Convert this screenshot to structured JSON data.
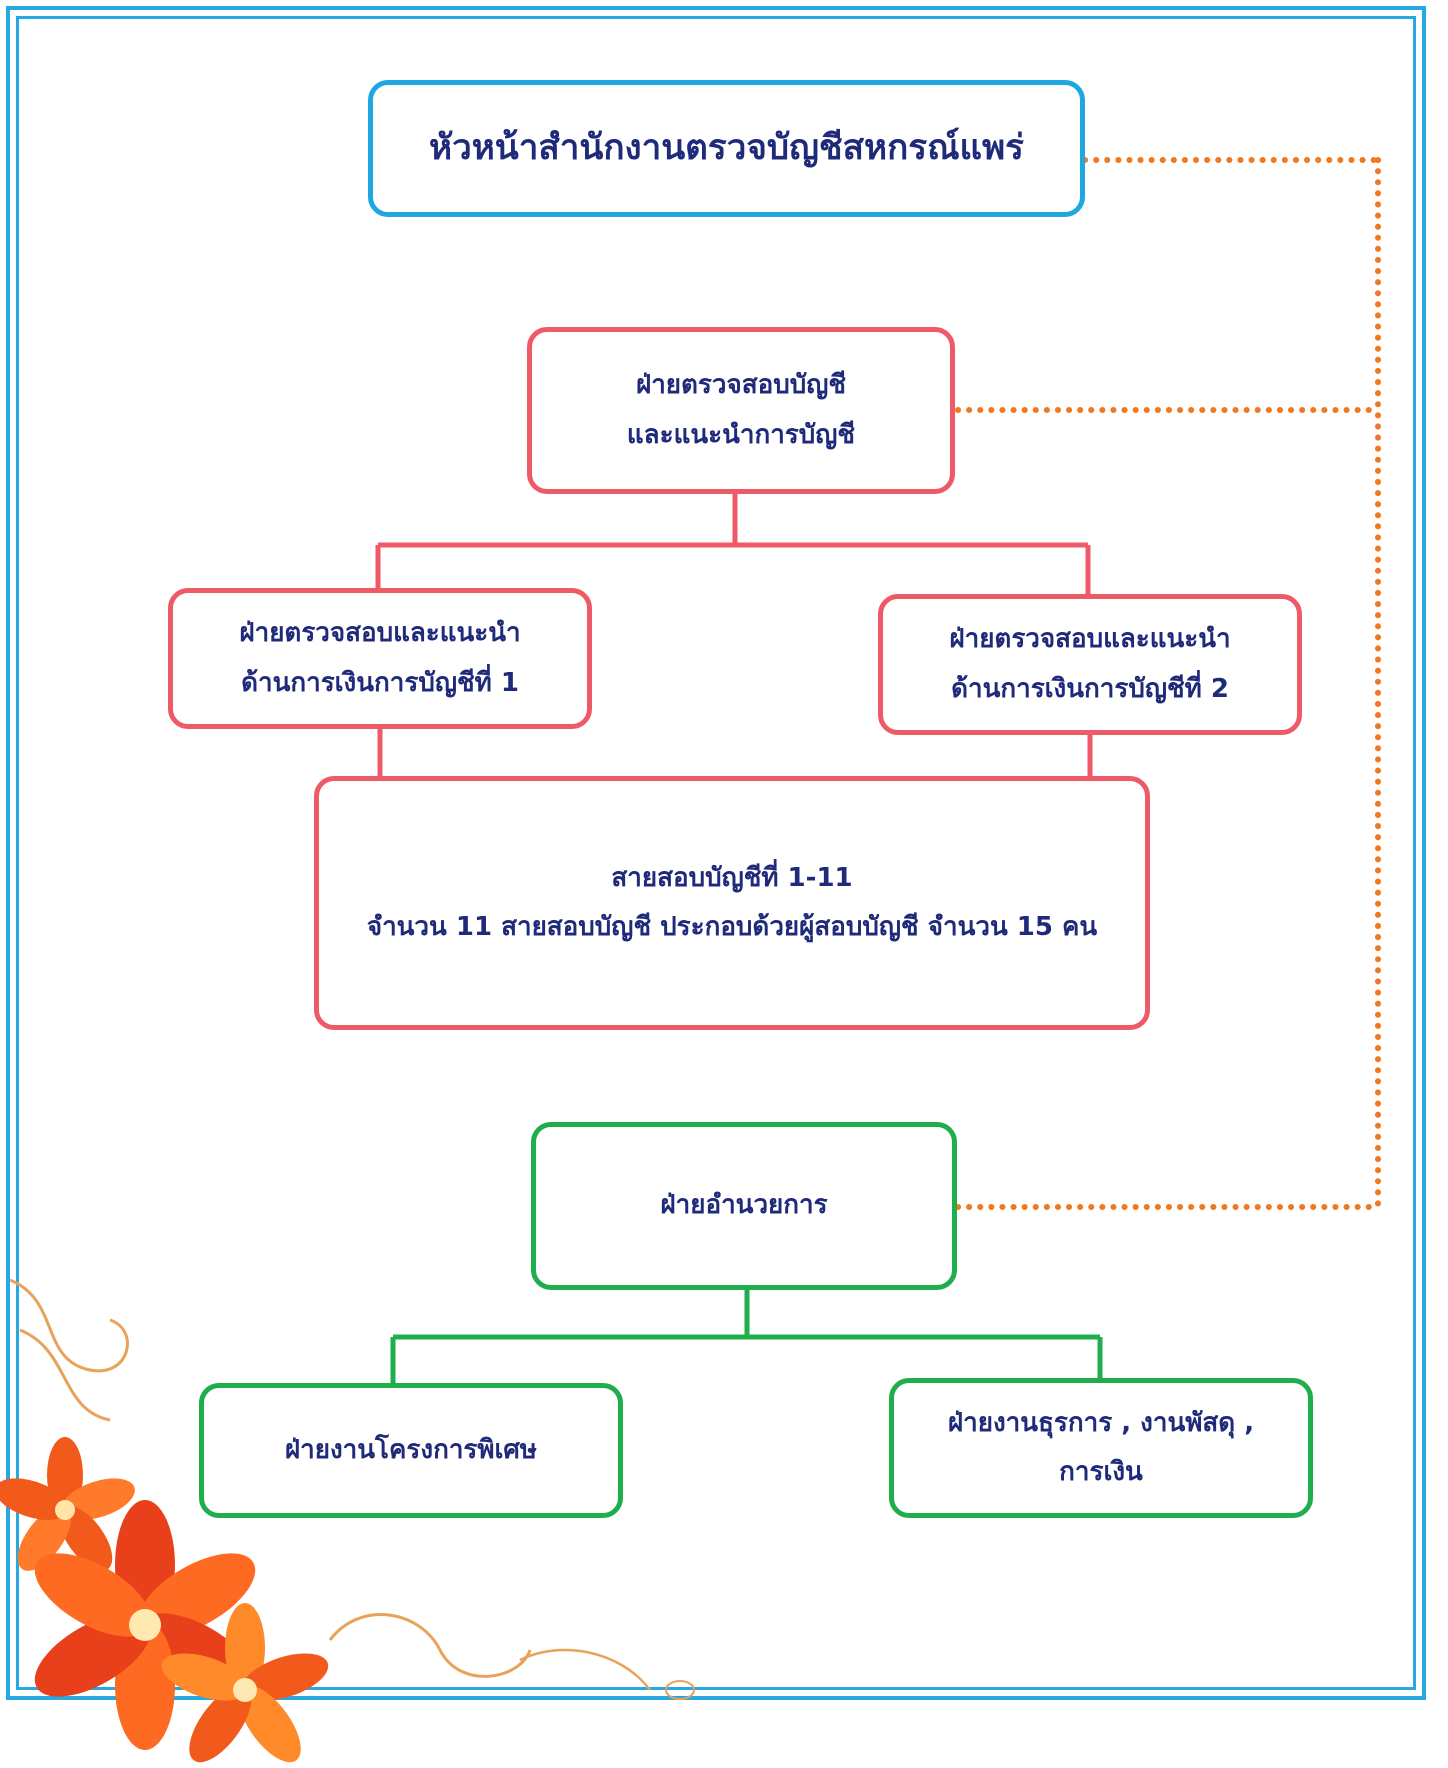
{
  "head": {
    "title": "หัวหน้าสำนักงานตรวจบัญชีสหกรณ์แพร่"
  },
  "audit_division": {
    "line1": "ฝ่ายตรวจสอบบัญชี",
    "line2": "และแนะนำการบัญชี"
  },
  "sub_division_1": {
    "line1": "ฝ่ายตรวจสอบและแนะนำ",
    "line2": "ด้านการเงินการบัญชีที่ 1"
  },
  "sub_division_2": {
    "line1": "ฝ่ายตรวจสอบและแนะนำ",
    "line2": "ด้านการเงินการบัญชีที่ 2"
  },
  "audit_lines": {
    "line1": "สายสอบบัญชีที่ 1-11",
    "line2": "จำนวน 11 สายสอบบัญชี ประกอบด้วยผู้สอบบัญชี จำนวน 15 คน"
  },
  "admin_division": {
    "label": "ฝ่ายอำนวยการ"
  },
  "special_projects": {
    "label": "ฝ่ายงานโครงการพิเศษ"
  },
  "general_affairs": {
    "line1": "ฝ่ายงานธุรการ , งานพัสดุ  ,",
    "line2": "การเงิน"
  },
  "colors": {
    "frame": "#27a8e0",
    "head_border": "#1ea7e1",
    "audit_border": "#ef5a67",
    "admin_border": "#1fae4b",
    "dotted_connector": "#f07820",
    "text": "#1f2a7a"
  },
  "decoration": {
    "corner_art": "orange-flowers-swirl"
  }
}
